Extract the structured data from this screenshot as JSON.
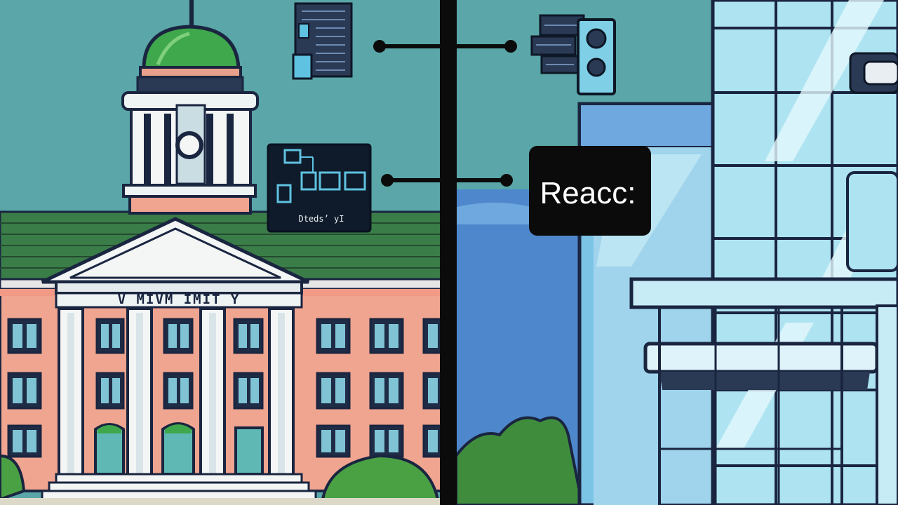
{
  "illustration": {
    "building_sign": "V  MIVM  IMIT Y",
    "left_panel_caption": "Dtedsʼ yI",
    "brand_label": "Reacc:"
  },
  "palette": {
    "sky_left": "#5aa6a8",
    "sky_right": "#5f9fd8",
    "divider": "#0b0b0b",
    "outline": "#1a2540",
    "facade": "#f0a590",
    "column": "#f4f6f6",
    "dome": "#3fa74c",
    "roof_green": "#3f8c4c",
    "glass_light": "#aee4f2",
    "glass_mid": "#7cc4e6",
    "glass_dark": "#4b8ccf",
    "panel_bg": "#0f1b2a",
    "panel_accent": "#5fc2e0",
    "bush_green": "#4aa143"
  }
}
